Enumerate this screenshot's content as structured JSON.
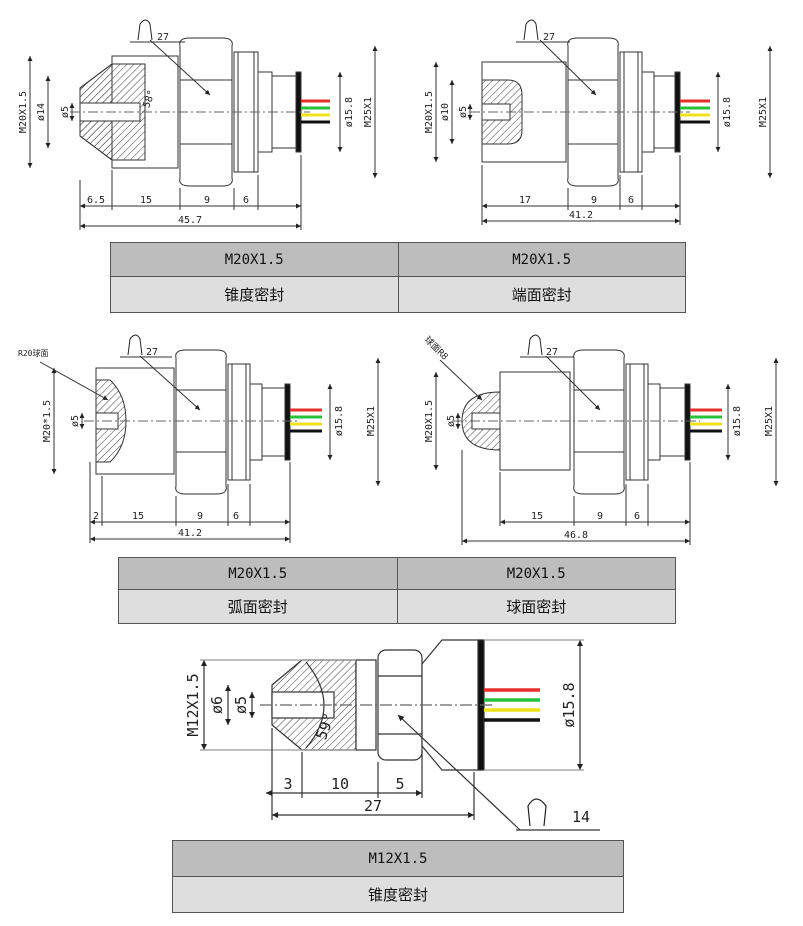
{
  "colors": {
    "red": "#e8302a",
    "green": "#27c23a",
    "yellow": "#f0e21a",
    "black": "#111111",
    "outline": "#333333",
    "hatch": "#444444"
  },
  "drawing1": {
    "thread": "M20X1.5",
    "d14": "ø14",
    "d5": "ø5",
    "angle": "58°",
    "d158": "ø15.8",
    "m25": "M25X1",
    "wrench": "27",
    "bottom": [
      "6.5",
      "15",
      "9",
      "6"
    ],
    "total": "45.7"
  },
  "drawing2": {
    "thread": "M20X1.5",
    "d10": "ø10",
    "d5": "ø5",
    "d158": "ø15.8",
    "m25": "M25X1",
    "wrench": "27",
    "bottom": [
      "17",
      "9",
      "6"
    ],
    "total": "41.2"
  },
  "drawing3": {
    "radius": "R20球面",
    "thread": "M20*1.5",
    "d5": "ø5",
    "d158": "ø15.8",
    "m25": "M25X1",
    "wrench": "27",
    "bottom": [
      "2",
      "15",
      "9",
      "6"
    ],
    "total": "41.2"
  },
  "drawing4": {
    "radius": "球面R8",
    "thread": "M20X1.5",
    "d5": "ø5",
    "d158": "ø15.8",
    "m25": "M25X1",
    "wrench": "27",
    "bottom": [
      "15",
      "9",
      "6"
    ],
    "total": "46.8"
  },
  "drawing5": {
    "thread": "M12X1.5",
    "d6": "ø6",
    "d5": "ø5",
    "angle": "59°",
    "d158": "ø15.8",
    "wrench": "14",
    "bottom": [
      "3",
      "10",
      "5"
    ],
    "total": "27"
  },
  "table1": {
    "thread_left": "M20X1.5",
    "thread_right": "M20X1.5",
    "seal_left": "锥度密封",
    "seal_right": "端面密封"
  },
  "table2": {
    "thread_left": "M20X1.5",
    "thread_right": "M20X1.5",
    "seal_left": "弧面密封",
    "seal_right": "球面密封"
  },
  "table3": {
    "thread": "M12X1.5",
    "seal": "锥度密封"
  }
}
